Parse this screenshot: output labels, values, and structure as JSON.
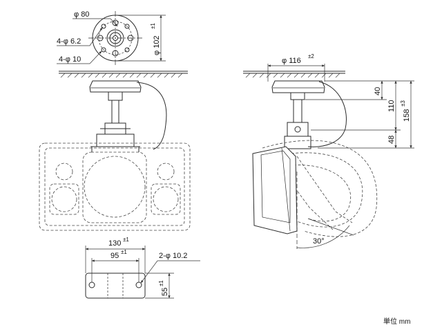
{
  "top_view": {
    "d_pcd": "φ 80",
    "holes_small": "4-φ 6.2",
    "holes_large": "4-φ 10",
    "d_flange": "φ 102",
    "d_flange_tol": "±1"
  },
  "side_view": {
    "d_base": "φ 116",
    "d_base_tol": "±2",
    "h_base": "40",
    "h_arm": "110",
    "h_total": "158",
    "h_total_tol": "±3",
    "h_bracket": "48",
    "tilt_angle": "30°"
  },
  "bracket_view": {
    "width": "130",
    "width_tol": "±1",
    "hole_pitch": "95",
    "hole_pitch_tol": "±1",
    "holes": "2-φ 10.2",
    "height": "55",
    "height_tol": "±1"
  },
  "unit_label": "単位 mm"
}
